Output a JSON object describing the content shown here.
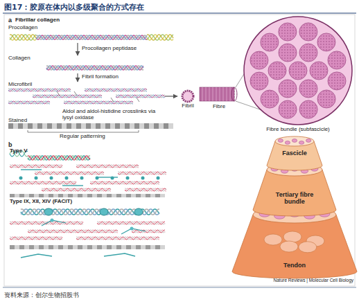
{
  "diagram": {
    "title": "图17：胶原在体内以多级聚合的方式存在",
    "caption": "资料来源：创尔生物招股书",
    "nodes": [
      {
        "text": [
          "Procollagen"
        ]
      },
      {
        "text": [
          "Collagen"
        ]
      },
      {
        "text": [
          "Microfibril"
        ]
      },
      {
        "text": [
          "Fibril"
        ]
      },
      {
        "text": [
          "Fibre"
        ]
      },
      {
        "text": [
          "Fibre bundle (subfascicle)"
        ]
      },
      {
        "text": [
          "Fascicle"
        ]
      },
      {
        "text": [
          "Tertiary fibre bundle"
        ]
      },
      {
        "text": [
          "Tendon"
        ]
      }
    ],
    "edges": [
      {
        "from": 0,
        "to": 1,
        "arrow": "to",
        "label": "Procollagen peptidase"
      },
      {
        "from": 1,
        "to": 2,
        "arrow": "to",
        "label": "Fibril formation"
      },
      {
        "from": 2,
        "to": 3,
        "arrow": "to"
      }
    ],
    "labels": [
      "a",
      "Fibrillar collagen",
      "Aldol and aldol-histidine crosslinks via lysyl oxidase",
      "Stained",
      "Regular patterning",
      "b",
      "Type V",
      "Type IX, XII, XIV (FACIT)",
      "Nature Reviews | Molecular Cell Biology"
    ]
  }
}
